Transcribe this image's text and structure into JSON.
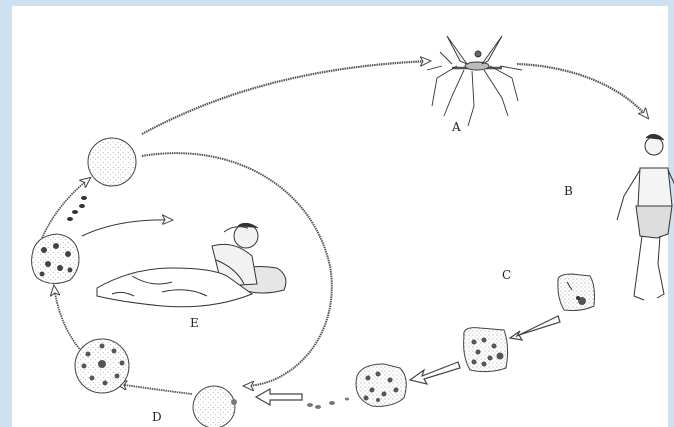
{
  "labels": {
    "A": "A",
    "B": "B",
    "C": "C",
    "D": "D",
    "E": "E"
  },
  "colors": {
    "frame": "#cfe0f0",
    "ink": "#333333",
    "stipple": "#9a9a9a"
  },
  "icons": [
    "mosquito-icon",
    "walking-man-icon",
    "reclining-sick-man-icon",
    "infected-cell-icon",
    "red-blood-cell-icon",
    "cycle-arrow-icon"
  ]
}
